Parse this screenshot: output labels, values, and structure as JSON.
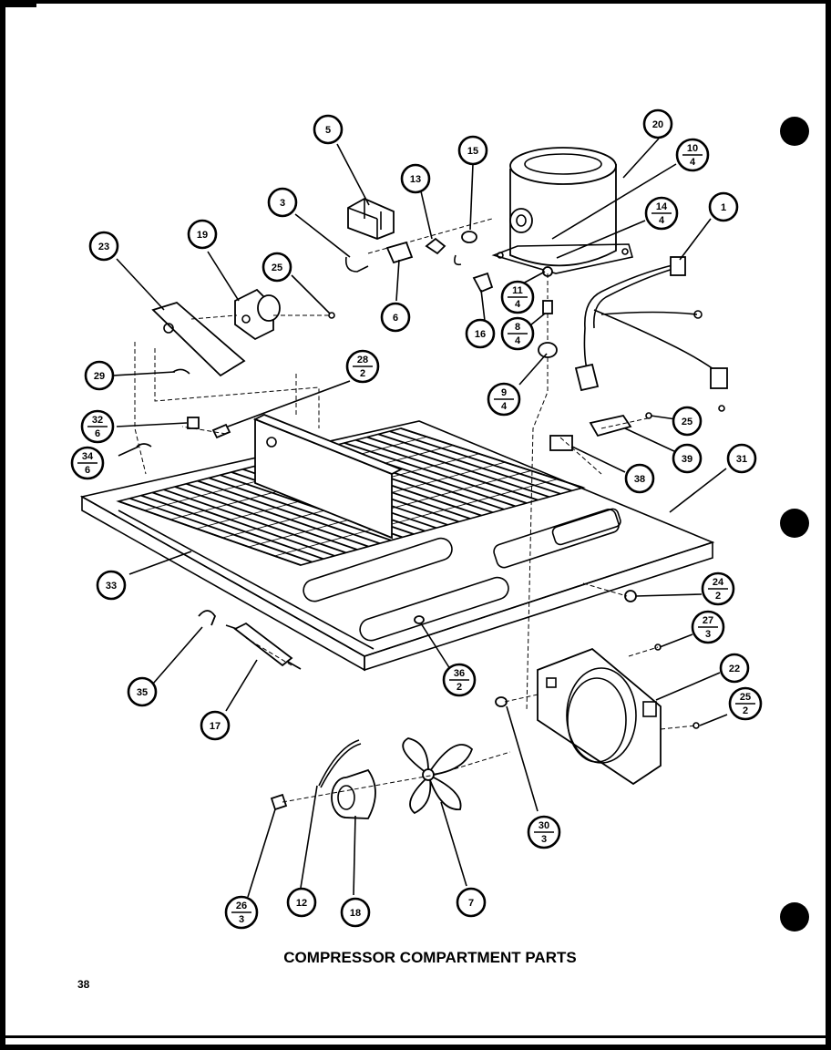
{
  "title": "COMPRESSOR COMPARTMENT PARTS",
  "page_number": "38",
  "callouts": [
    {
      "id": "c5",
      "top": "5",
      "bottom": null
    },
    {
      "id": "c20",
      "top": "20",
      "bottom": null
    },
    {
      "id": "c13",
      "top": "13",
      "bottom": null
    },
    {
      "id": "c15",
      "top": "15",
      "bottom": null
    },
    {
      "id": "c10",
      "top": "10",
      "bottom": "4"
    },
    {
      "id": "c3",
      "top": "3",
      "bottom": null
    },
    {
      "id": "c14",
      "top": "14",
      "bottom": "4"
    },
    {
      "id": "c1",
      "top": "1",
      "bottom": null
    },
    {
      "id": "c19",
      "top": "19",
      "bottom": null
    },
    {
      "id": "c23",
      "top": "23",
      "bottom": null
    },
    {
      "id": "c25a",
      "top": "25",
      "bottom": null
    },
    {
      "id": "c6",
      "top": "6",
      "bottom": null
    },
    {
      "id": "c11",
      "top": "11",
      "bottom": "4"
    },
    {
      "id": "c16",
      "top": "16",
      "bottom": null
    },
    {
      "id": "c8",
      "top": "8",
      "bottom": "4"
    },
    {
      "id": "c29",
      "top": "29",
      "bottom": null
    },
    {
      "id": "c28",
      "top": "28",
      "bottom": "2"
    },
    {
      "id": "c9",
      "top": "9",
      "bottom": "4"
    },
    {
      "id": "c32",
      "top": "32",
      "bottom": "6"
    },
    {
      "id": "c25b",
      "top": "25",
      "bottom": null
    },
    {
      "id": "c34",
      "top": "34",
      "bottom": "6"
    },
    {
      "id": "c39",
      "top": "39",
      "bottom": null
    },
    {
      "id": "c31",
      "top": "31",
      "bottom": null
    },
    {
      "id": "c38",
      "top": "38",
      "bottom": null
    },
    {
      "id": "c33",
      "top": "33",
      "bottom": null
    },
    {
      "id": "c24",
      "top": "24",
      "bottom": "2"
    },
    {
      "id": "c27",
      "top": "27",
      "bottom": "3"
    },
    {
      "id": "c36",
      "top": "36",
      "bottom": "2"
    },
    {
      "id": "c22",
      "top": "22",
      "bottom": null
    },
    {
      "id": "c35",
      "top": "35",
      "bottom": null
    },
    {
      "id": "c25c",
      "top": "25",
      "bottom": "2"
    },
    {
      "id": "c17",
      "top": "17",
      "bottom": null
    },
    {
      "id": "c30",
      "top": "30",
      "bottom": "3"
    },
    {
      "id": "c26",
      "top": "26",
      "bottom": "3"
    },
    {
      "id": "c12",
      "top": "12",
      "bottom": null
    },
    {
      "id": "c18",
      "top": "18",
      "bottom": null
    },
    {
      "id": "c7",
      "top": "7",
      "bottom": null
    }
  ]
}
